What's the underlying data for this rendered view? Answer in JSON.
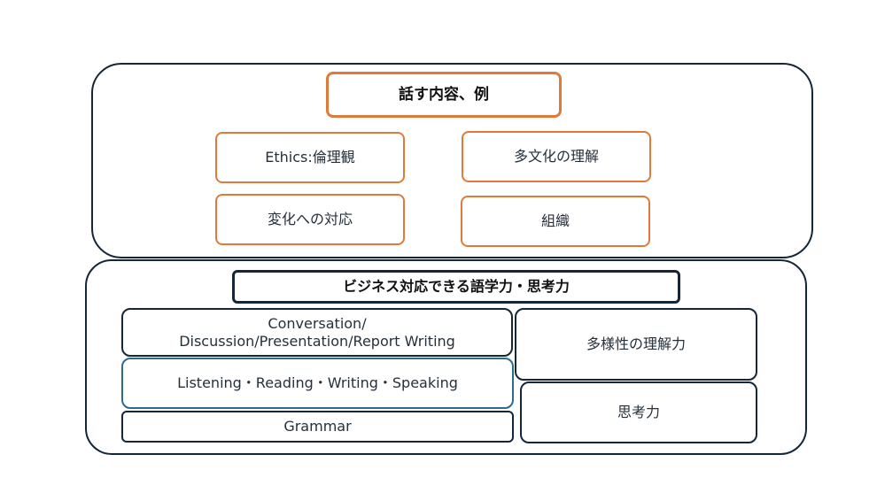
{
  "top_section": {
    "title": "話す内容、例",
    "items": [
      "Ethics:倫理観",
      "多文化の理解",
      "変化への対応",
      "組織"
    ]
  },
  "bottom_section": {
    "title": "ビジネス対応できる語学力・思考力",
    "skills": {
      "output_line1": "Conversation/",
      "output_line2": "Discussion/Presentation/Report Writing",
      "input": "Listening・Reading・Writing・Speaking",
      "grammar": "Grammar"
    },
    "right": {
      "diversity": "多様性の理解力",
      "thinking": "思考力"
    }
  },
  "colors": {
    "accent": "#e07a3a",
    "navy": "#142638",
    "teal": "#2c6b8c"
  }
}
